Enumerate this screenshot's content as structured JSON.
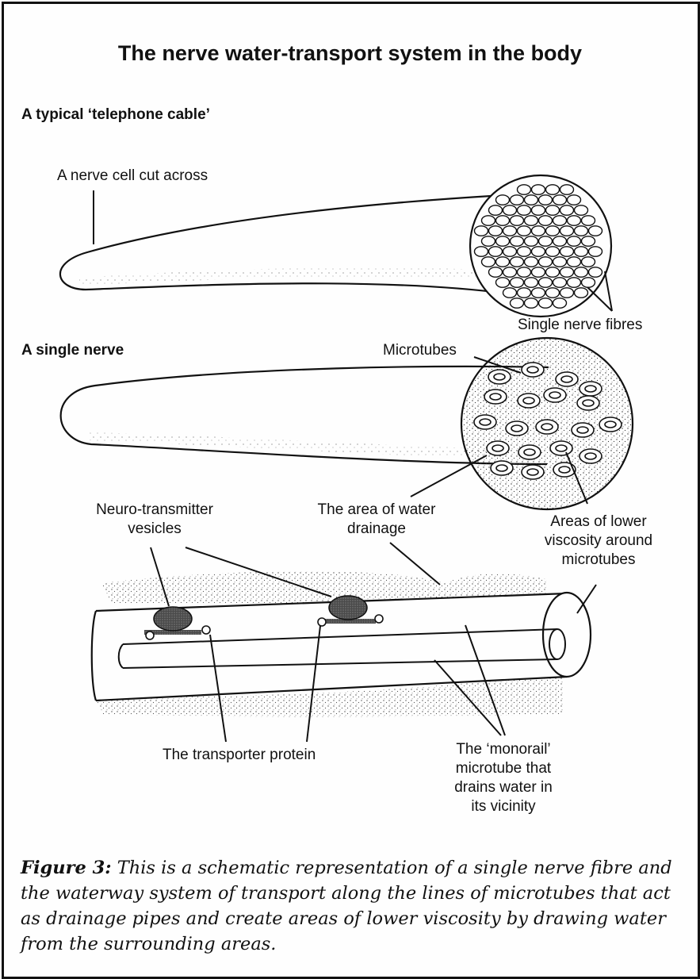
{
  "title": "The nerve water-transport system in the body",
  "sections": {
    "cable": "A typical ‘telephone cable’",
    "single": "A single nerve"
  },
  "labels": {
    "nerve_cell_cut": "A nerve cell cut across",
    "single_nerve_fibres": "Single nerve fibres",
    "microtubes": "Microtubes",
    "neuro_line1": "Neuro-transmitter",
    "neuro_line2": "vesicles",
    "water_line1": "The area of water",
    "water_line2": "drainage",
    "lower_line1": "Areas of lower",
    "lower_line2": "viscosity around",
    "lower_line3": "microtubes",
    "transporter": "The transporter protein",
    "monorail_line1": "The ‘monorail’",
    "monorail_line2": "microtube that",
    "monorail_line3": "drains water in",
    "monorail_line4": "its vicinity"
  },
  "caption": {
    "figure_label": "Figure 3:",
    "text": "This is a schematic representation of a single nerve fibre and the waterway system of transport along the lines of microtubes that act as drainage pipes and create areas of lower viscosity by drawing water from the surrounding areas."
  }
}
